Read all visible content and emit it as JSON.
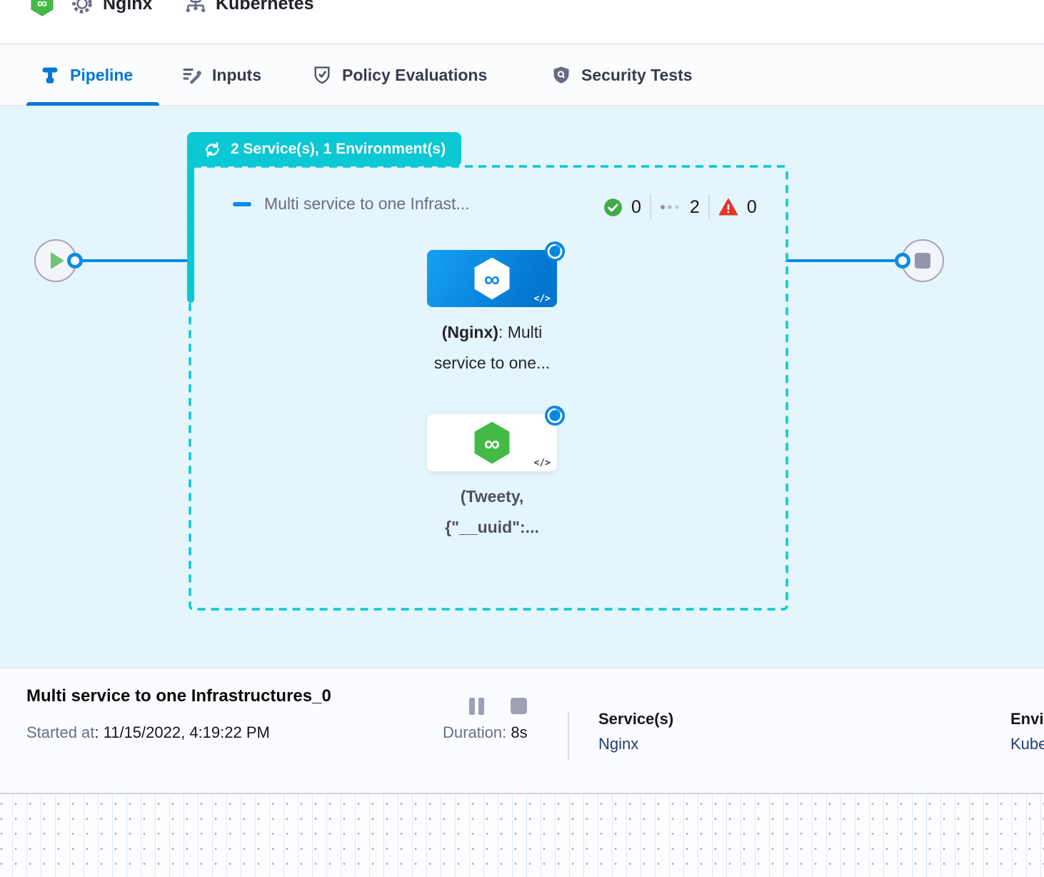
{
  "colors": {
    "accent_blue": "#0278d5",
    "edge_blue": "#0b8be4",
    "teal": "#0bc8d4",
    "success_green": "#42ab45",
    "failed_red": "#e3342a",
    "node_green": "#42ba45",
    "link_navy": "#1c3e76",
    "canvas_bg": "#e4f5fb"
  },
  "icons": {
    "code": "</>",
    "infinity": "∞"
  },
  "header": {
    "service_name": "Nginx",
    "environment_name": "Kubernetes"
  },
  "tabs": [
    {
      "label": "Pipeline",
      "active": true
    },
    {
      "label": "Inputs",
      "active": false
    },
    {
      "label": "Policy Evaluations",
      "active": false
    },
    {
      "label": "Security Tests",
      "active": false
    }
  ],
  "canvas": {
    "badge_label": "2 Service(s), 1 Environment(s)",
    "stage": {
      "title": "Multi service to one Infrast...",
      "success_count": "0",
      "running_count": "2",
      "failed_count": "0"
    },
    "nodes": {
      "nginx": {
        "bold": "(Nginx)",
        "rest": ": Multi",
        "line2": "service to one..."
      },
      "tweety": {
        "line1": "(Tweety,",
        "line2": "{\"__uuid\":..."
      }
    }
  },
  "footer": {
    "title": "Multi service to one Infrastructures_0",
    "started_label": "Started at",
    "started_value": ": 11/15/2022, 4:19:22 PM",
    "duration_label": "Duration:",
    "duration_value": "8s",
    "services_label": "Service(s)",
    "services_value": "Nginx",
    "environment_label": "Environment(s)",
    "environment_value": "Kubernetes"
  }
}
